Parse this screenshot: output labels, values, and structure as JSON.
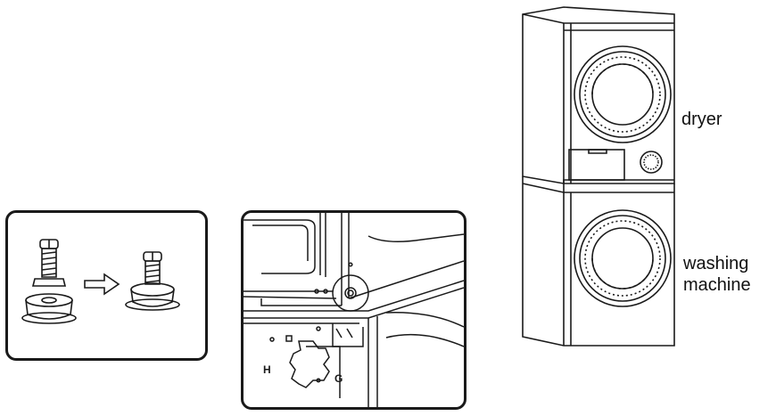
{
  "labels": {
    "dryer": "dryer",
    "washing_machine_line1": "washing",
    "washing_machine_line2": "machine"
  },
  "closeup_markings": {
    "h": "H",
    "g": "G"
  },
  "colors": {
    "line": "#1a1a1a",
    "background": "#ffffff"
  },
  "icons": [
    "foot-screw-icon",
    "arrow-right-icon",
    "assembled-foot-icon",
    "stacked-appliances-illustration"
  ]
}
